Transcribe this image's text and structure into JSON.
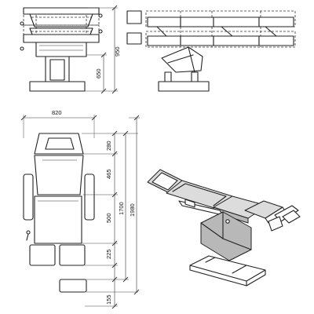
{
  "dimensions": {
    "front_total_height": "950",
    "front_seat_height": "650",
    "top_width": "820",
    "top_headrest": "280",
    "top_backrest": "465",
    "top_seat": "500",
    "top_legrest": "225",
    "top_footrest": "155",
    "top_length_body": "1700",
    "top_length_total": "1980"
  }
}
